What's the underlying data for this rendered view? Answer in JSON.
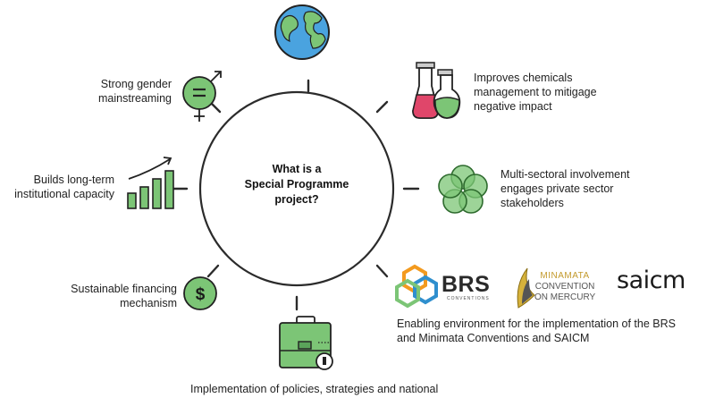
{
  "center": {
    "line1": "What is a",
    "line2": "Special Programme",
    "line3": "project?"
  },
  "labels": {
    "gender": [
      "Strong gender",
      "mainstreaming"
    ],
    "capacity": [
      "Builds long-term",
      "institutional capacity"
    ],
    "financing": [
      "Sustainable financing",
      "mechanism"
    ],
    "implementation": "Implementation of policies, strategies and national",
    "chemicals": [
      "Improves chemicals",
      "management to mitigage",
      "negative impact"
    ],
    "multisector": [
      "Multi-sectoral involvement",
      "engages private sector",
      "stakeholders"
    ],
    "enabling": [
      "Enabling environment for the implementation of the BRS",
      "and Minimata Conventions and SAICM"
    ]
  },
  "logos": {
    "brs": "BRS",
    "brs_sub": "CONVENTIONS",
    "minamata": [
      "MINAMATA",
      "CONVENTION",
      "ON MERCURY"
    ],
    "saicm": "saicm"
  },
  "icons": {
    "top": "globe-icon",
    "gender": "gender-equality-icon",
    "capacity": "growth-bar-chart-icon",
    "financing": "dollar-coin-icon",
    "implementation": "briefcase-icon",
    "chemicals": "lab-flask-icon",
    "multisector": "overlapping-circles-icon"
  },
  "colors": {
    "green": "#7cc576",
    "dark_green": "#2e6b2e",
    "pink": "#e0466a",
    "blue": "#4aa3df",
    "brs_orange": "#f39a1e",
    "brs_blue": "#2f8fce"
  }
}
